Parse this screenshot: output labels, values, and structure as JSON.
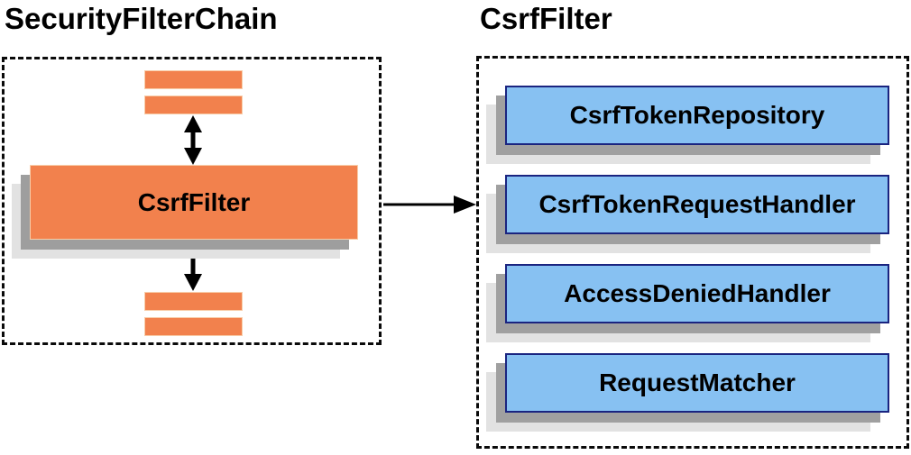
{
  "left_panel": {
    "title": "SecurityFilterChain",
    "filter_node_label": "CsrfFilter",
    "placeholder_bar_count": 4
  },
  "right_panel": {
    "title": "CsrfFilter",
    "components": [
      {
        "label": "CsrfTokenRepository"
      },
      {
        "label": "CsrfTokenRequestHandler"
      },
      {
        "label": "AccessDeniedHandler"
      },
      {
        "label": "RequestMatcher"
      }
    ]
  },
  "arrows": {
    "vertical": "bidirectional",
    "horizontal": "left-node-to-right-box"
  },
  "colors": {
    "background": "#FFFFFF",
    "orange_fill": "#F2814D",
    "orange_border": "#F8CDA9",
    "blue_fill": "#87C1F2",
    "blue_border": "#1A2480",
    "shadow_dark": "#9E9E9E",
    "shadow_light": "#E2E2E2",
    "dashed_border": "#0A0A0A",
    "text": "#000000"
  }
}
